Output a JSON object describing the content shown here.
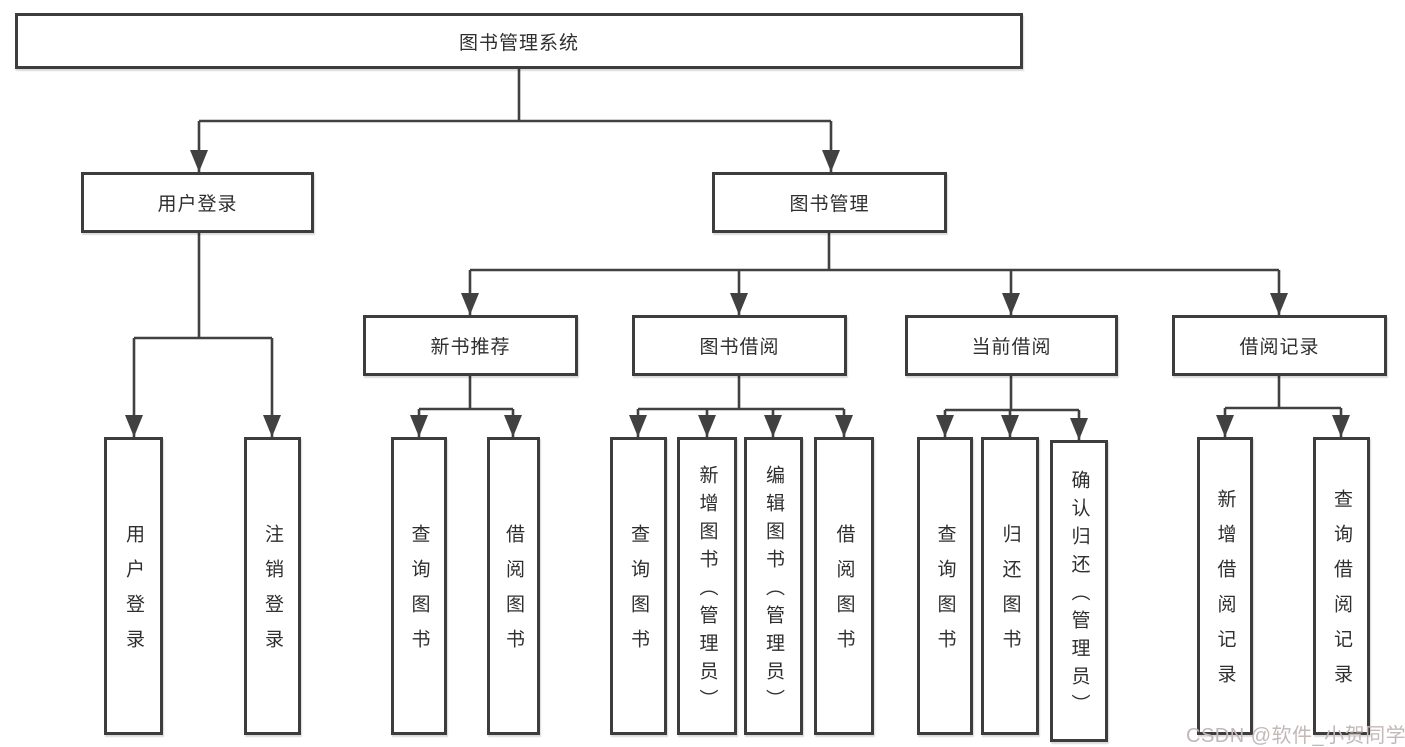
{
  "tree": {
    "root": {
      "label": "图书管理系统"
    },
    "branches": [
      {
        "label": "用户登录",
        "children": [
          {
            "label": "用户登录"
          },
          {
            "label": "注销登录"
          }
        ]
      },
      {
        "label": "图书管理",
        "children": [
          {
            "label": "新书推荐",
            "children": [
              {
                "label": "查询图书"
              },
              {
                "label": "借阅图书"
              }
            ]
          },
          {
            "label": "图书借阅",
            "children": [
              {
                "label": "查询图书"
              },
              {
                "label": "新增图书（管理员）"
              },
              {
                "label": "编辑图书（管理员）"
              },
              {
                "label": "借阅图书"
              }
            ]
          },
          {
            "label": "当前借阅",
            "children": [
              {
                "label": "查询图书"
              },
              {
                "label": "归还图书"
              },
              {
                "label": "确认归还（管理员）"
              }
            ]
          },
          {
            "label": "借阅记录",
            "children": [
              {
                "label": "新增借阅记录"
              },
              {
                "label": "查询借阅记录"
              }
            ]
          }
        ]
      }
    ]
  },
  "watermark": {
    "text": "CSDN @软件_小贺同学"
  },
  "colors": {
    "line": "#414141",
    "box_border": "#3d3d3d",
    "text": "#2f2f2f",
    "background": "#ffffff",
    "watermark": "#c3b8b8"
  }
}
